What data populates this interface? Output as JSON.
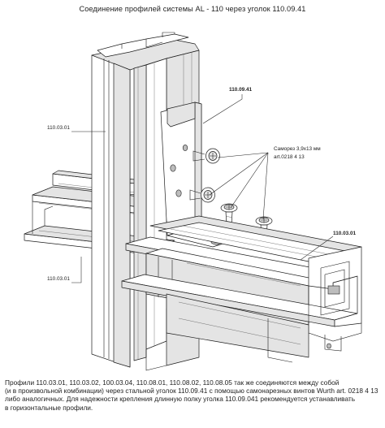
{
  "title": "Соединение профилей системы AL - 110 через уголок 110.09.41",
  "labels": {
    "left_upper": "110.03.01",
    "left_lower": "110.03.01",
    "bracket": "110.09.41",
    "right": "110.03.01",
    "screw_name": "Саморез 3,9x13 мм",
    "screw_art": "art.0218 4 13"
  },
  "note_lines": [
    "Профили 110.03.01, 110.03.02, 100.03.04, 110.08.01, 110.08.02, 110.08.05 так же соединяются между собой",
    "(и в произвольной комбинации) через стальной уголок 110.09.41 с помощью самонарезных винтов Wurth art. 0218 4 13",
    "либо аналогичных. Для надежности крепления длинную полку уголка 110.09.041 рекомендуется устанавливать",
    "в горизонтальные профили."
  ],
  "colors": {
    "line": "#1d1d1d",
    "shade": "#e4e4e4",
    "dark": "#bdbdbd"
  }
}
